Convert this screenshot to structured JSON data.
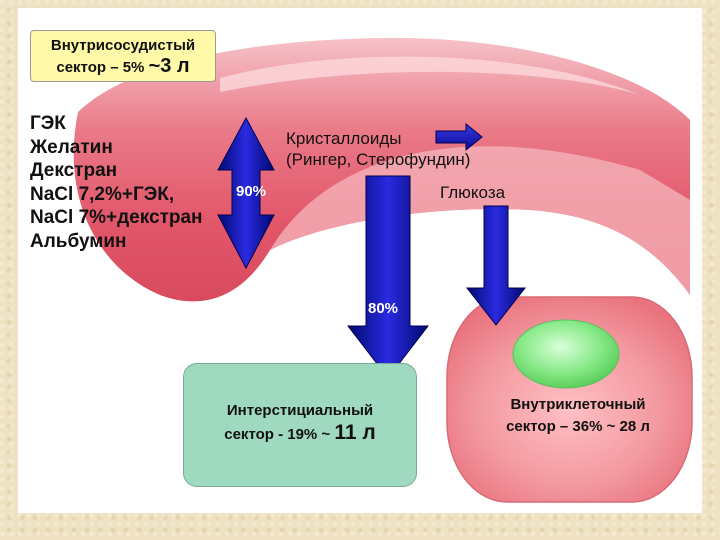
{
  "intravascular": {
    "line1": "Внутрисосудистый",
    "line2_prefix": "сектор – 5%",
    "line2_volume": "~3 л"
  },
  "colloids": [
    "ГЭК",
    "Желатин",
    "Декстран",
    "NaCl 7,2%+ГЭК,",
    "NaCl 7%+декстран",
    "Альбумин"
  ],
  "crystalloids": {
    "line1": "Кристаллоиды",
    "line2": "(Рингер, Стерофундин)"
  },
  "glucose_label": "Глюкоза",
  "percent_90": "90%",
  "percent_80": "80%",
  "interstitial": {
    "line1": "Интерстициальный",
    "line2_prefix": "сектор  - 19% ~",
    "line2_volume": "11 л"
  },
  "intracellular": {
    "line1": "Внутриклеточный",
    "line2": "сектор – 36% ~ 28 л"
  },
  "colors": {
    "vessel": "#e2566a",
    "vessel_highlight": "#f6b3bb",
    "arrow_blue": "#1a1ab8",
    "interstitial_box": "#9ed9c0",
    "cell": "#f08890",
    "nucleus": "#7fe77f",
    "label_box": "#fff9a8",
    "background": "#efe2c2"
  }
}
